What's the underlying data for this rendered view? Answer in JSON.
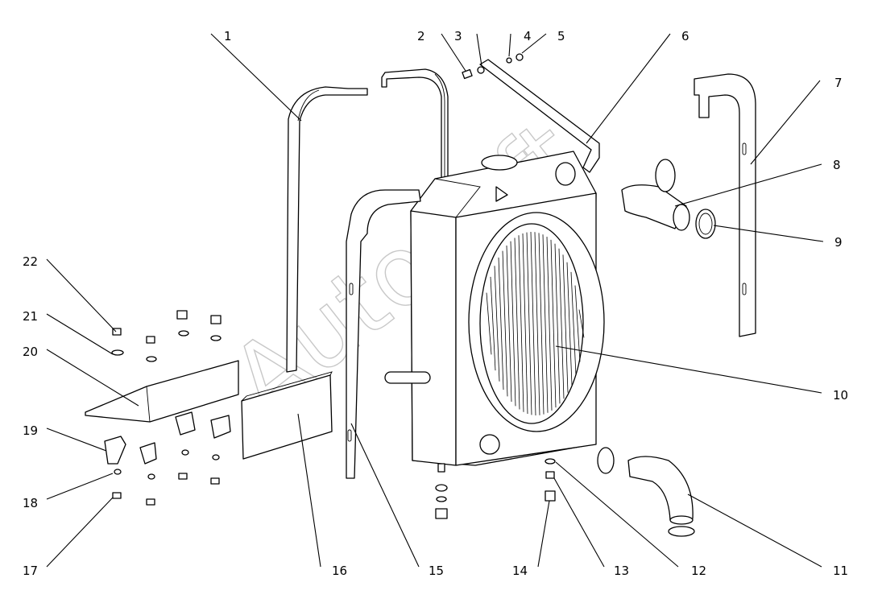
{
  "callouts": [
    {
      "label": "1"
    },
    {
      "label": "2"
    },
    {
      "label": "3"
    },
    {
      "label": "4"
    },
    {
      "label": "5"
    },
    {
      "label": "6"
    },
    {
      "label": "7"
    },
    {
      "label": "8"
    },
    {
      "label": "9"
    },
    {
      "label": "10"
    },
    {
      "label": "11"
    },
    {
      "label": "12"
    },
    {
      "label": "13"
    },
    {
      "label": "14"
    },
    {
      "label": "15"
    },
    {
      "label": "16"
    },
    {
      "label": "17"
    },
    {
      "label": "18"
    },
    {
      "label": "19"
    },
    {
      "label": "20"
    },
    {
      "label": "21"
    },
    {
      "label": "22"
    }
  ],
  "watermark": "Autosoft"
}
